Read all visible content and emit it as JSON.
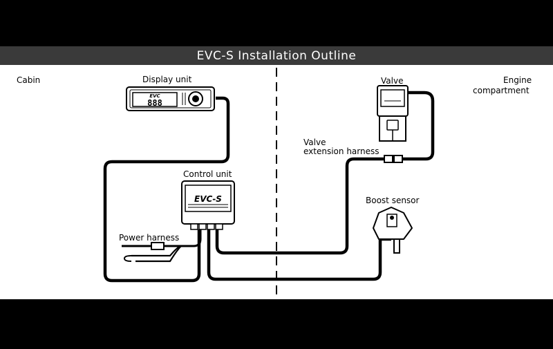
{
  "title": "EVC-S Installation Outline",
  "zones": {
    "left": "Cabin",
    "right_line1": "Engine",
    "right_line2": "compartment"
  },
  "components": {
    "display_unit": "Display unit",
    "control_unit": "Control unit",
    "valve": "Valve",
    "valve_harness_line1": "Valve",
    "valve_harness_line2": "extension harness",
    "boost_sensor": "Boost sensor",
    "power_harness": "Power harness"
  },
  "device_text": {
    "display_logo": "EVC",
    "display_digits": "888",
    "control_logo": "EVC-S"
  },
  "colors": {
    "background": "#000000",
    "title_bar": "#3a3a3a",
    "panel": "#ffffff",
    "line": "#000000"
  }
}
